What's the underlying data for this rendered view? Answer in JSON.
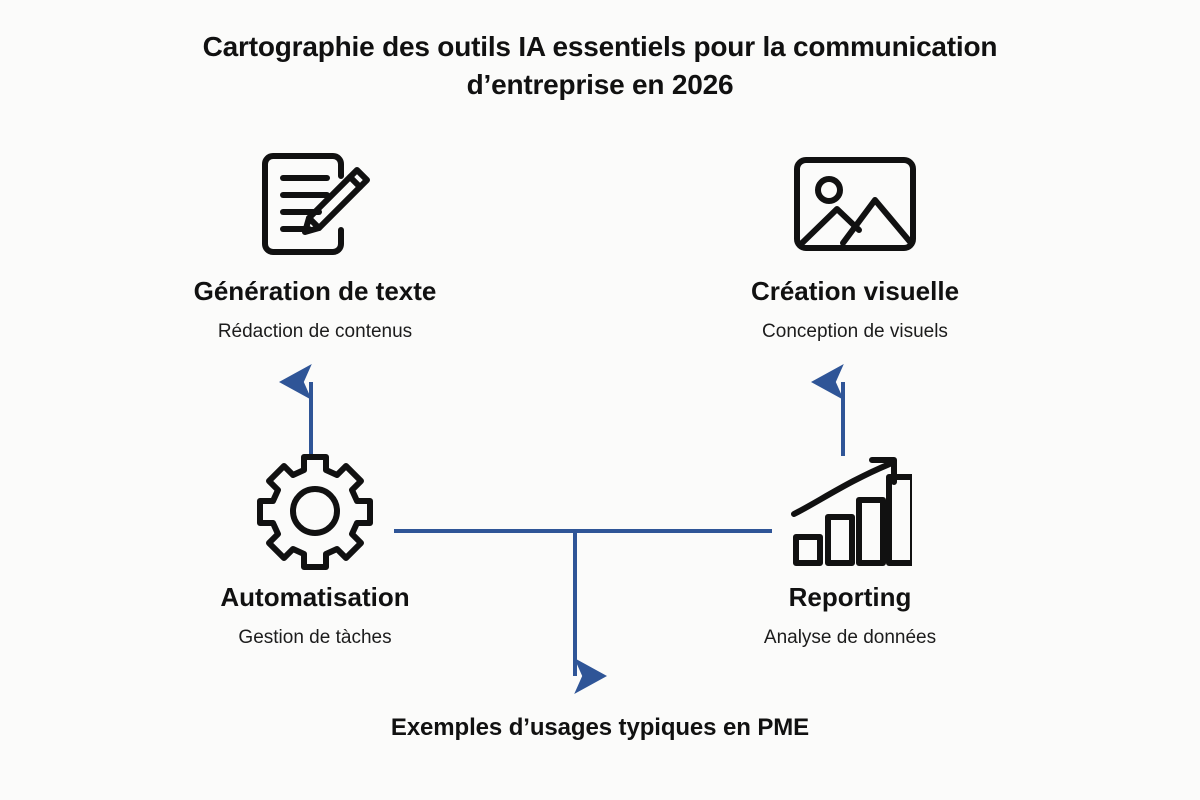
{
  "diagram": {
    "title": "Cartographie des outils IA essentiels pour la communication d’entreprise en 2026",
    "caption": "Exemples d’usages typiques en PME",
    "background_color": "#fbfbfa",
    "icon_color": "#111111",
    "connector_color": "#2f5597",
    "nodes": [
      {
        "id": "generation-de-texte",
        "icon": "document-pencil-icon",
        "title": "Génération de texte",
        "subtitle": "Rédaction de contenus"
      },
      {
        "id": "creation-visuelle",
        "icon": "image-picture-icon",
        "title": "Création visuelle",
        "subtitle": "Conception de visuels"
      },
      {
        "id": "automatisation",
        "icon": "gear-icon",
        "title": "Automatisation",
        "subtitle": "Gestion de tàches"
      },
      {
        "id": "reporting",
        "icon": "growth-bar-chart-icon",
        "title": "Reporting",
        "subtitle": "Analyse de données"
      }
    ],
    "connectors": [
      {
        "id": "automatisation-to-generation-de-texte",
        "type": "arrow",
        "direction": "up"
      },
      {
        "id": "reporting-to-creation-visuelle",
        "type": "arrow",
        "direction": "up"
      },
      {
        "id": "automatisation-to-reporting",
        "type": "line",
        "direction": "horizontal"
      },
      {
        "id": "branch-to-caption",
        "type": "arrow",
        "direction": "down"
      }
    ]
  }
}
